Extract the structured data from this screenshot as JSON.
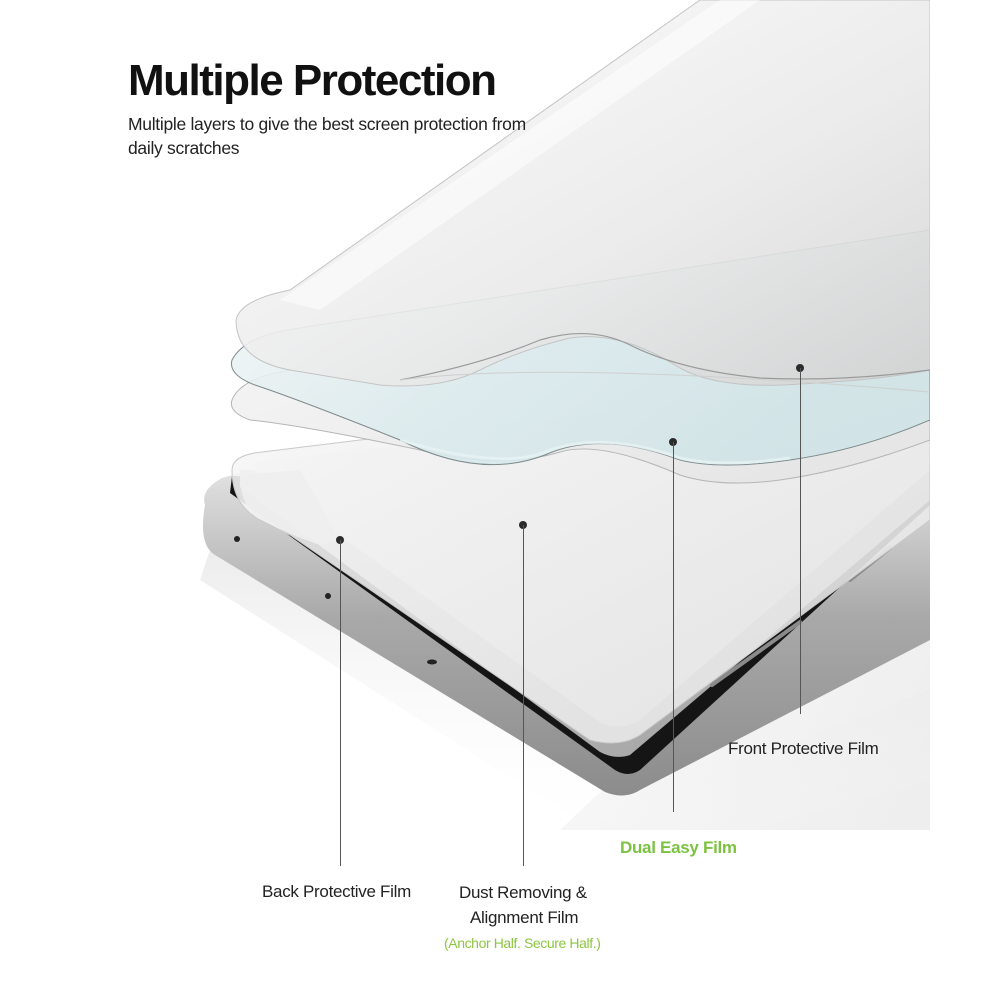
{
  "header": {
    "title": "Multiple Protection",
    "subtitle": "Multiple layers to give the best screen protection from daily scratches"
  },
  "callouts": [
    {
      "id": "back-protective-film",
      "label": "Back Protective Film",
      "color": "#222222"
    },
    {
      "id": "dust-removing-alignment-film",
      "label_line1": "Dust Removing &",
      "label_line2": "Alignment Film",
      "note": "(Anchor Half. Secure Half.)",
      "note_color": "#8cc63f"
    },
    {
      "id": "dual-easy-film",
      "label": "Dual Easy Film",
      "color": "#7cc242"
    },
    {
      "id": "front-protective-film",
      "label": "Front Protective Film",
      "color": "#222222"
    }
  ],
  "illustration": {
    "subject": "smartphone with layered screen protector films",
    "layers": [
      "Front Protective Film",
      "Dual Easy Film",
      "Dust Removing & Alignment Film",
      "Back Protective Film"
    ]
  },
  "colors": {
    "accent_green": "#7cc242",
    "text": "#222222",
    "leader_line": "#555555",
    "phone_frame": "#b8b8b8",
    "film_tint": "#dfeef0"
  }
}
